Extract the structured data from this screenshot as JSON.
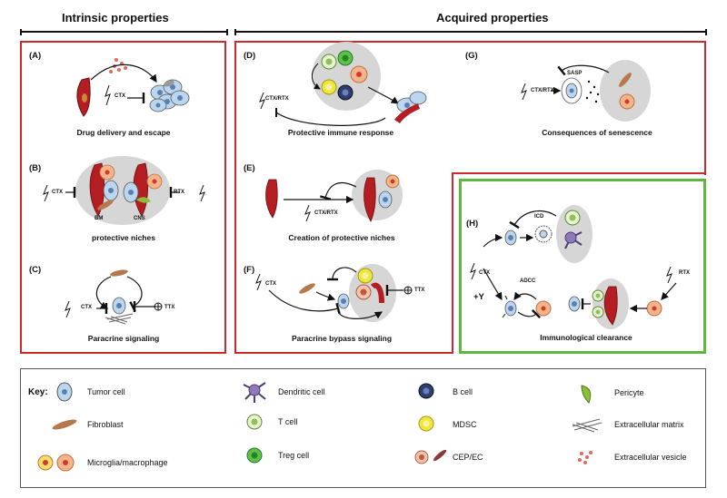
{
  "headers": {
    "intrinsic": "Intrinsic properties",
    "acquired": "Acquired properties"
  },
  "panels": {
    "A": {
      "letter": "(A)",
      "caption": "Drug delivery and escape",
      "drug": "CTX"
    },
    "B": {
      "letter": "(B)",
      "caption": "protective niches",
      "drug_left": "CTX",
      "drug_right": "RTX",
      "bm": "BM",
      "cns": "CNS"
    },
    "C": {
      "letter": "(C)",
      "caption": "Paracrine signaling",
      "drug_left": "CTX",
      "drug_right": "TTX"
    },
    "D": {
      "letter": "(D)",
      "caption": "Protective immune response",
      "drug": "CTX/RTX"
    },
    "E": {
      "letter": "(E)",
      "caption": "Creation of protective niches",
      "drug": "CTX/RTX"
    },
    "F": {
      "letter": "(F)",
      "caption": "Paracrine bypass signaling",
      "drug_left": "CTX",
      "drug_right": "TTX"
    },
    "G": {
      "letter": "(G)",
      "caption": "Consequences of senescence",
      "drug": "CTX/RTX",
      "sasp": "SASP"
    },
    "H": {
      "letter": "(H)",
      "caption": "Immunological clearance",
      "drug_left": "CTX",
      "drug_right": "RTX",
      "icd": "ICD",
      "adcc": "ADCC",
      "plus_y": "+Y"
    }
  },
  "key": {
    "title": "Key:",
    "items": [
      {
        "label": "Tumor cell",
        "icon": "tumor-cell-icon"
      },
      {
        "label": "Fibroblast",
        "icon": "fibroblast-icon"
      },
      {
        "label": "Microglia/macrophage",
        "icon": "microglia-macrophage-icon"
      },
      {
        "label": "Dendritic cell",
        "icon": "dendritic-cell-icon"
      },
      {
        "label": "T cell",
        "icon": "t-cell-icon"
      },
      {
        "label": "Treg cell",
        "icon": "treg-cell-icon"
      },
      {
        "label": "B cell",
        "icon": "b-cell-icon"
      },
      {
        "label": "MDSC",
        "icon": "mdsc-icon"
      },
      {
        "label": "CEP/EC",
        "icon": "cep-ec-icon"
      },
      {
        "label": "Pericyte",
        "icon": "pericyte-icon"
      },
      {
        "label": "Extracellular matrix",
        "icon": "extracellular-matrix-icon"
      },
      {
        "label": "Extracellular vesicle",
        "icon": "extracellular-vesicle-icon"
      }
    ]
  },
  "colors": {
    "intrinsic_border": "#cc2a2a",
    "acquired_border": "#cc2a2a",
    "clearance_border": "#5db840",
    "vessel": "#b41e22",
    "tumor": "#a8c8ec",
    "niche": "#d6d6d6"
  }
}
